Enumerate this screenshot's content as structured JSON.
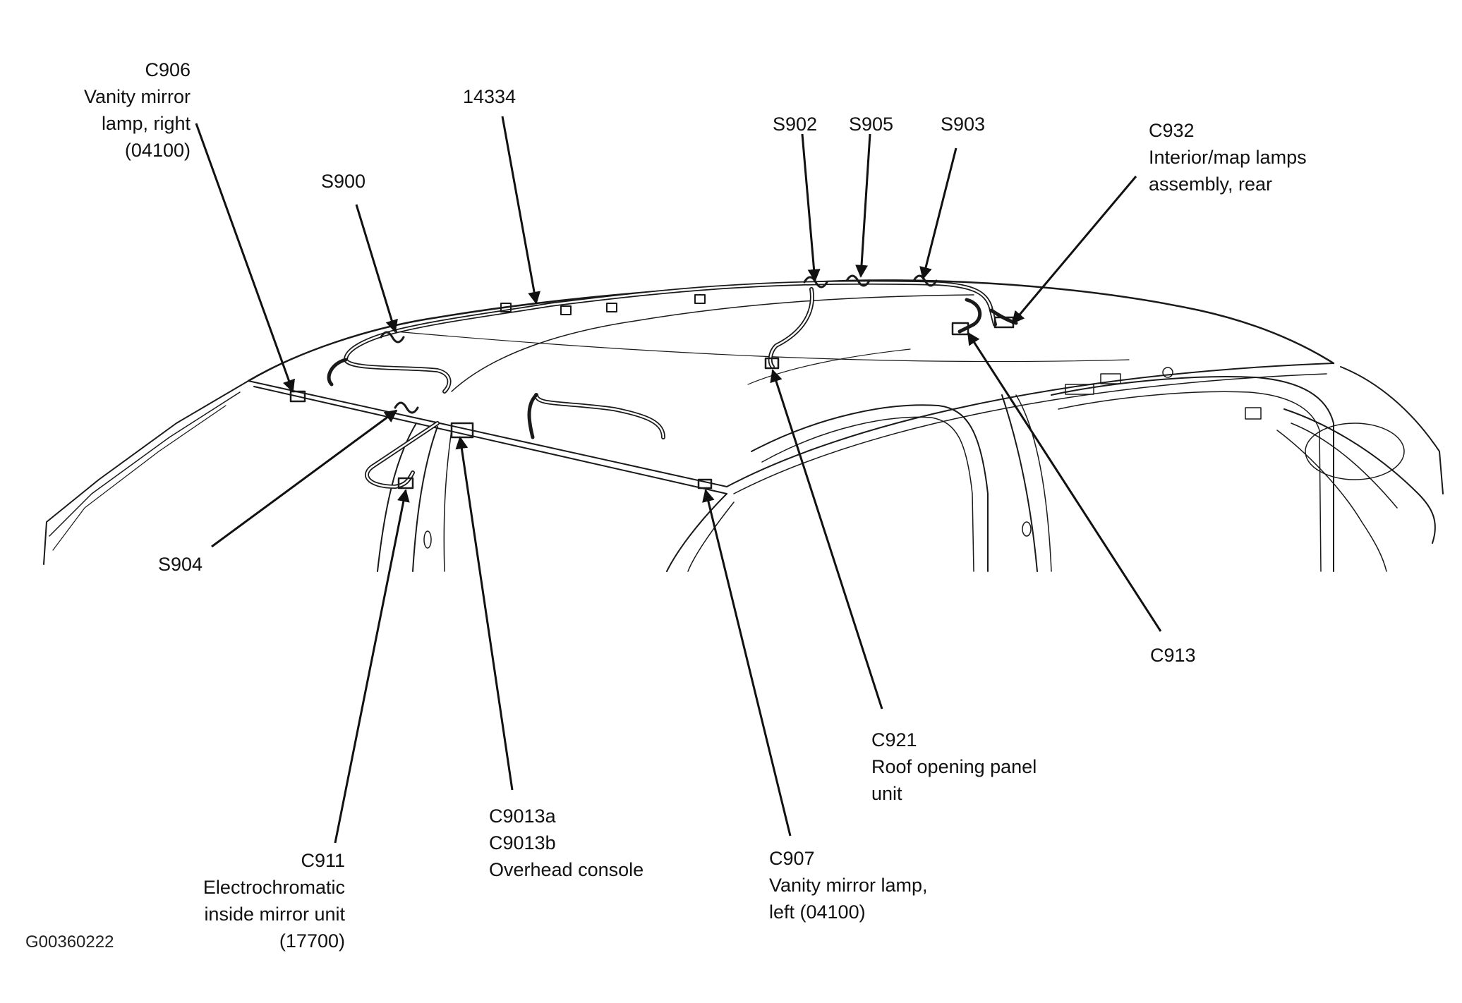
{
  "figure_id": "G00360222",
  "callouts": {
    "c906": [
      "C906",
      "Vanity mirror",
      "lamp, right",
      "(04100)"
    ],
    "n14334": [
      "14334"
    ],
    "s900": [
      "S900"
    ],
    "s902": [
      "S902"
    ],
    "s905": [
      "S905"
    ],
    "s903": [
      "S903"
    ],
    "c932": [
      "C932",
      "Interior/map lamps",
      "assembly, rear"
    ],
    "s904": [
      "S904"
    ],
    "c913": [
      "C913"
    ],
    "c921": [
      "C921",
      "Roof opening panel",
      "unit"
    ],
    "c911": [
      "C911",
      "Electrochromatic",
      "inside mirror unit",
      "(17700)"
    ],
    "c9013": [
      "C9013a",
      "C9013b",
      "Overhead console"
    ],
    "c907": [
      "C907",
      "Vanity mirror lamp,",
      "left (04100)"
    ]
  }
}
